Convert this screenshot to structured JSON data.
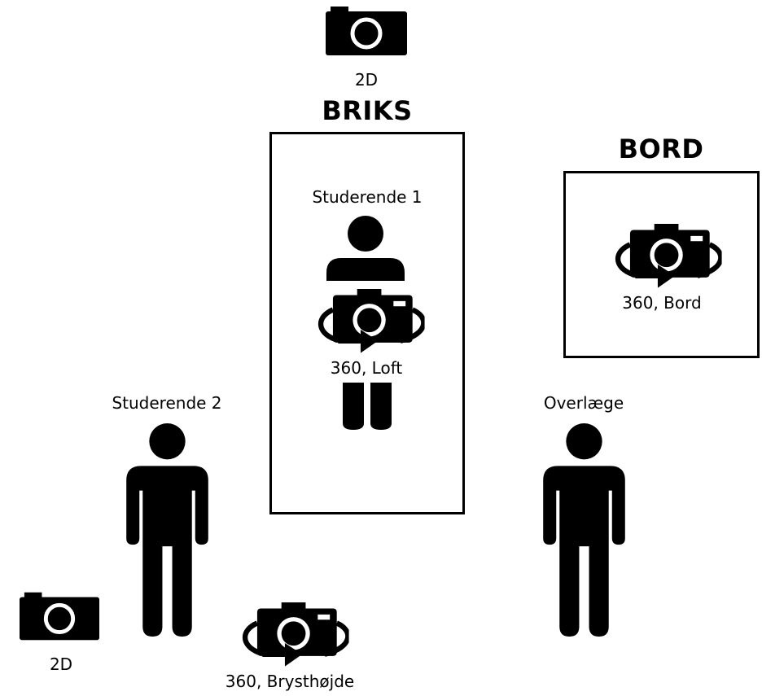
{
  "zones": {
    "briks": {
      "title": "BRIKS"
    },
    "bord": {
      "title": "BORD"
    }
  },
  "people": {
    "studerende1": "Studerende 1",
    "studerende2": "Studerende 2",
    "overlaege": "Overlæge"
  },
  "cameras": {
    "top_2d": "2D",
    "loft_360": "360, Loft",
    "bord_360": "360, Bord",
    "corner_2d": "2D",
    "brysthojde_360": "360, Brysthøjde"
  },
  "icons": {
    "camera_2d": "camera-2d-icon",
    "camera_360": "camera-360-icon",
    "person": "person-icon",
    "person_bust": "person-bust-icon"
  },
  "colors": {
    "ink": "#000000",
    "background": "#ffffff"
  }
}
